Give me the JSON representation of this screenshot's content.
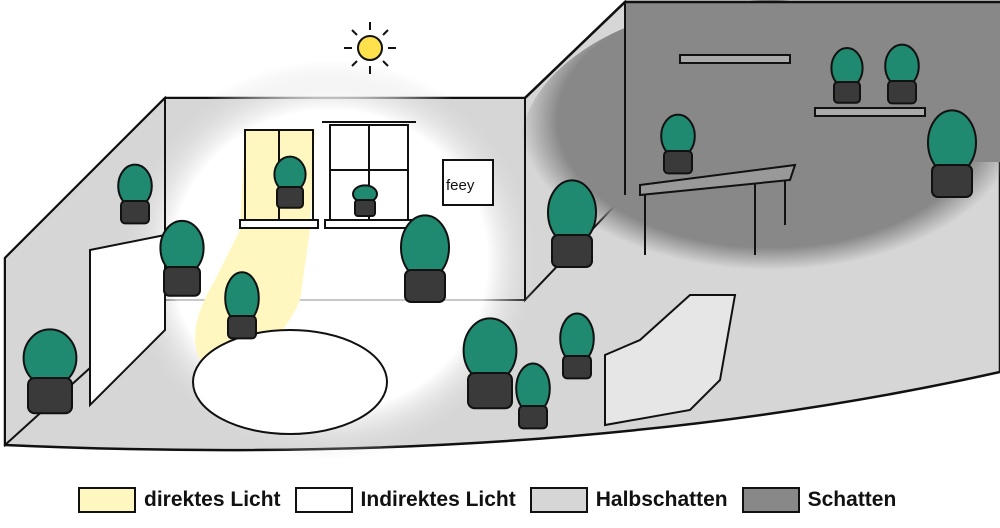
{
  "logo_text": "feey",
  "colors": {
    "direct_light": "#fff7bf",
    "indirect_light": "#ffffff",
    "partial_shade": "#d6d6d6",
    "shade": "#888888",
    "plant_green": "#1f8a70",
    "pot": "#3a3a3a"
  },
  "legend": [
    {
      "label": "direktes Licht",
      "color": "#fff7bf"
    },
    {
      "label": "Indirektes Licht",
      "color": "#ffffff"
    },
    {
      "label": "Halbschatten",
      "color": "#d6d6d6"
    },
    {
      "label": "Schatten",
      "color": "#888888"
    }
  ]
}
